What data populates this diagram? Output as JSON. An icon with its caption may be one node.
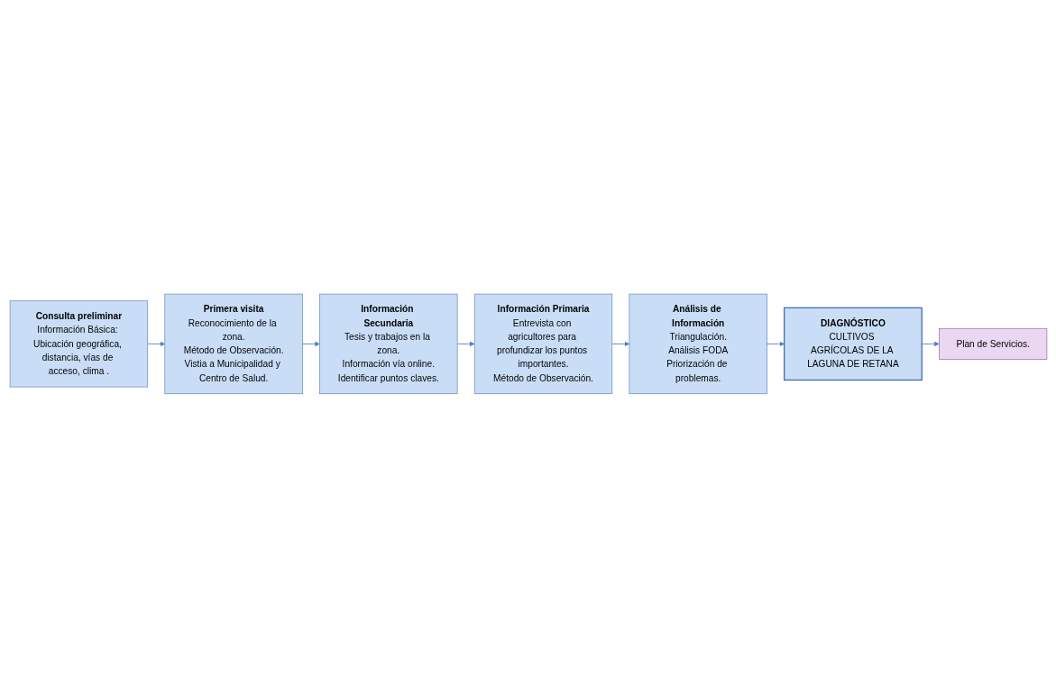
{
  "diagram": {
    "nodes": [
      {
        "text": [
          "Consulta preliminar",
          "Información Básica: Ubicación geográfica, distancia, vías de acceso, clima ."
        ]
      },
      {
        "text": [
          "Primera visita",
          "Reconocimiento de la zona.",
          "Método de Observación.",
          "Vistia a Municipalidad y Centro de Salud."
        ]
      },
      {
        "text": [
          "Información Secundaria",
          "Tesis y trabajos en la zona.",
          "Información vía online.",
          "Identificar puntos claves."
        ]
      },
      {
        "text": [
          "Información Primaria",
          "Entrevista con agricultores para profundizar los puntos importantes.",
          "Método de Observación."
        ]
      },
      {
        "text": [
          "Análisis de Información",
          "Triangulación.",
          "Análisis FODA",
          "Priorización de problemas."
        ]
      },
      {
        "text": [
          "DIAGNÓSTICO",
          "CULTIVOS AGRÍCOLAS DE LA LAGUNA DE RETANA"
        ]
      },
      {
        "text": [
          "Plan de Servicios."
        ]
      }
    ],
    "edges": [
      {
        "from": 0,
        "to": 1,
        "arrow": "to"
      },
      {
        "from": 1,
        "to": 2,
        "arrow": "to"
      },
      {
        "from": 2,
        "to": 3,
        "arrow": "to"
      },
      {
        "from": 3,
        "to": 4,
        "arrow": "to"
      },
      {
        "from": 4,
        "to": 5,
        "arrow": "to"
      },
      {
        "from": 5,
        "to": 6,
        "arrow": "to"
      }
    ]
  }
}
